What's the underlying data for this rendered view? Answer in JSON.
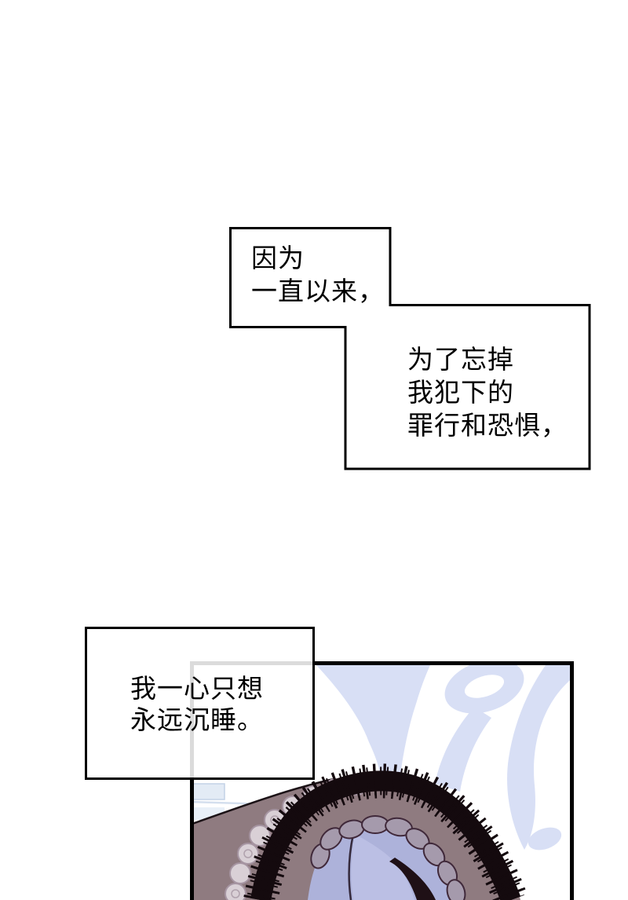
{
  "page": {
    "type": "webtoon-comic-page",
    "background_color": "#ffffff"
  },
  "captions": [
    {
      "id": "caption-1",
      "lines": [
        "因为",
        "一直以来，"
      ]
    },
    {
      "id": "caption-2",
      "lines": [
        "为了忘掉",
        "我犯下的",
        "罪行和恐惧，"
      ]
    },
    {
      "id": "caption-3",
      "lines": [
        "我一心只想",
        "永远沉睡。"
      ]
    }
  ],
  "panel": {
    "border_color": "#000000",
    "art_colors": {
      "branch_blue": "#d8dff5",
      "bonnet_mauve": "#8f7b80",
      "fabric_lavender": "#adb2da",
      "fabric_lavender_light": "#bcc0e4",
      "lace_black": "#140a0e",
      "ruffle_gray": "#a59aac",
      "crochet_lace": "#d9d0d6",
      "window_blue": "#e3ebf5"
    }
  }
}
